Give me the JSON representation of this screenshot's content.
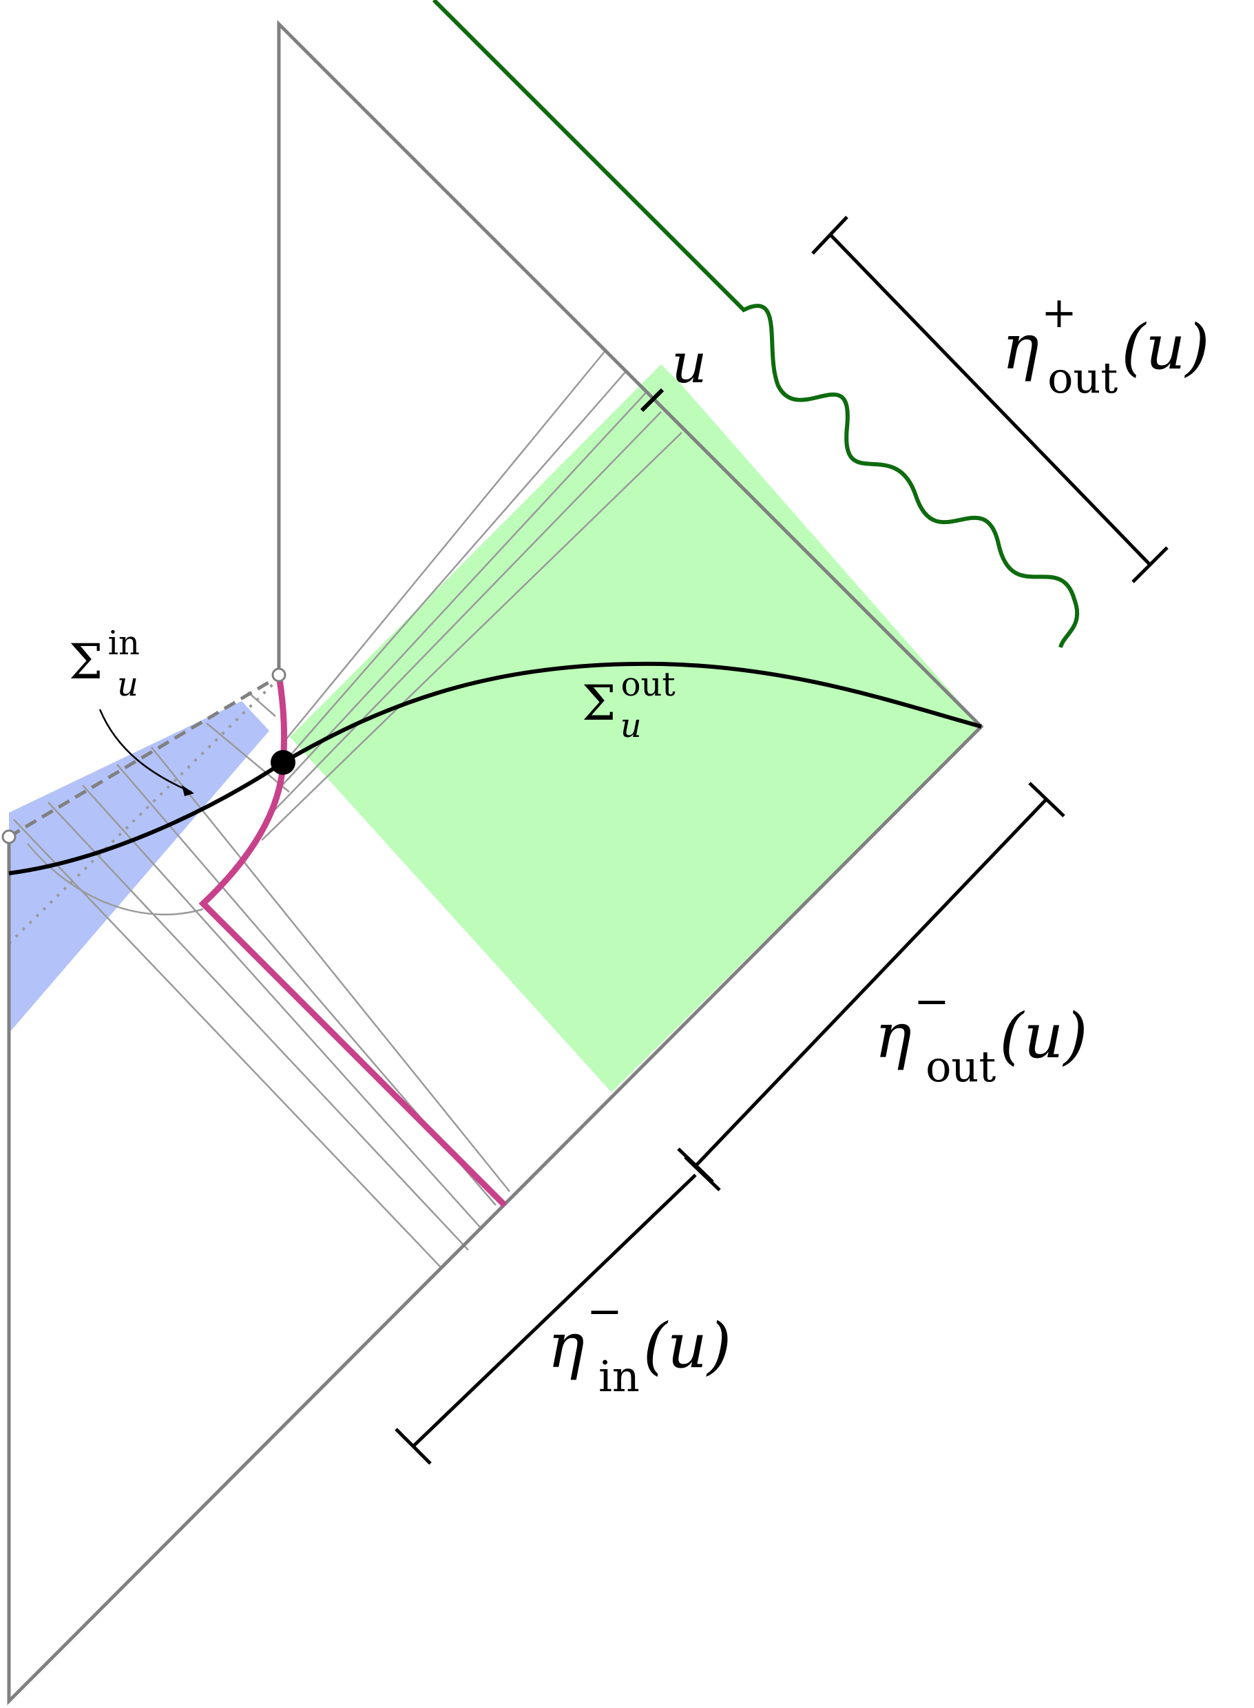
{
  "labels": {
    "u_marker": {
      "base": "u"
    },
    "eta_out_plus": {
      "base": "η",
      "sup": "+",
      "sub": "out",
      "arg": "(u)"
    },
    "eta_out_minus": {
      "base": "η",
      "sup": "−",
      "sub": "out",
      "arg": "(u)"
    },
    "eta_in_minus": {
      "base": "η",
      "sup": "−",
      "sub": "in",
      "arg": "(u)"
    },
    "sigma_in": {
      "base": "Σ",
      "sup": "in",
      "sub": "u"
    },
    "sigma_out": {
      "base": "Σ",
      "sup": "out",
      "sub": "u"
    }
  },
  "colors": {
    "boundary": "#808080",
    "grid_lines": "#9a9a9a",
    "green_region": "#bdfdb9",
    "blue_region": "#b3c3f9",
    "magenta_curve": "#c8418a",
    "slice_curve": "#000000",
    "wavy_signal": "#0e6b0e",
    "bracket": "#000000"
  }
}
